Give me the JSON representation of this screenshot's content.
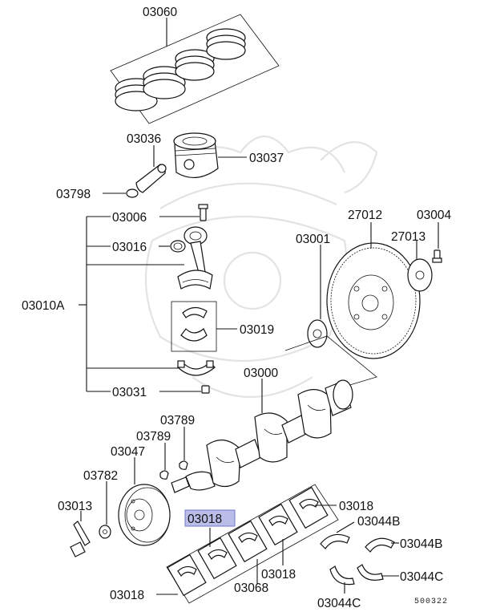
{
  "diagram": {
    "labels": {
      "p03060": "03060",
      "p03036": "03036",
      "p03037": "03037",
      "p03798": "03798",
      "p03006": "03006",
      "p03016": "03016",
      "p03010A": "03010A",
      "p03019": "03019",
      "p03031": "03031",
      "p27012": "27012",
      "p03004": "03004",
      "p27013": "27013",
      "p03001": "03001",
      "p03000": "03000",
      "p03789a": "03789",
      "p03789b": "03789",
      "p03047": "03047",
      "p03782": "03782",
      "p03013": "03013",
      "p03018_hl": "03018",
      "p03018_right": "03018",
      "p03018_mid": "03018",
      "p03018_left": "03018",
      "p03068": "03068",
      "p03044B_top": "03044B",
      "p03044B_right": "03044B",
      "p03044C_right": "03044C",
      "p03044C_bottom": "03044C"
    },
    "diagram_code": "500322",
    "highlight_color": "#b9bde8"
  }
}
